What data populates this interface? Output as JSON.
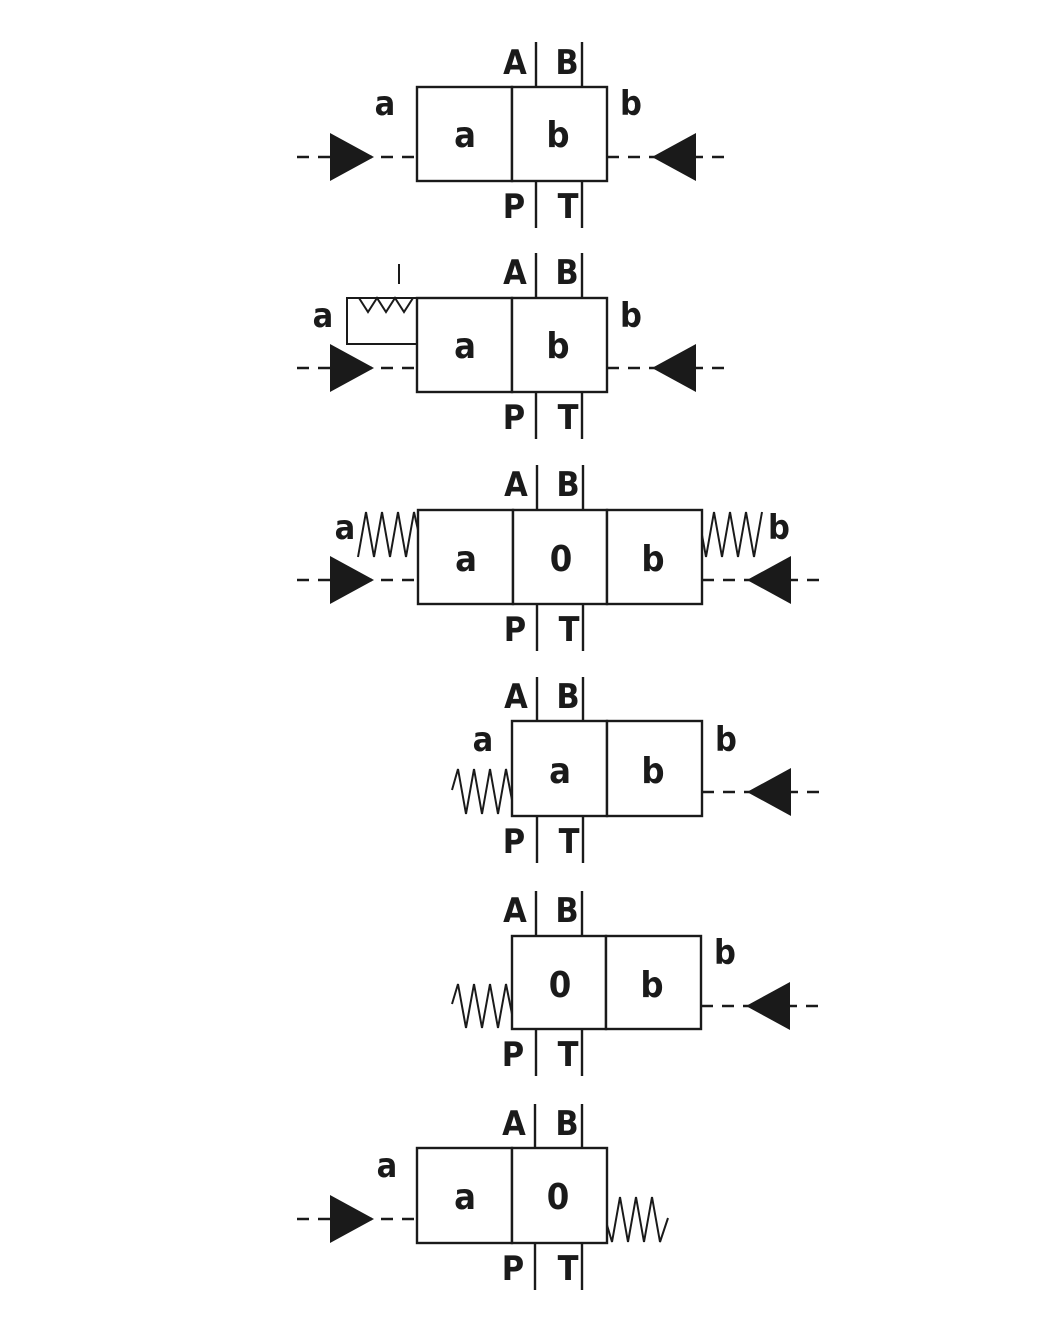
{
  "valves": [
    {
      "ports": {
        "a": "A",
        "b": "B",
        "p": "P",
        "t": "T"
      },
      "cells": [
        "a",
        "b"
      ],
      "left_label": "a",
      "right_label": "b",
      "left_actuator": "pilot-arrow",
      "right_actuator": "pilot-arrow"
    },
    {
      "ports": {
        "a": "A",
        "b": "B",
        "p": "P",
        "t": "T"
      },
      "cells": [
        "a",
        "b"
      ],
      "left_label": "a",
      "right_label": "b",
      "left_actuator": "pilot-arrow-with-detent",
      "right_actuator": "pilot-arrow"
    },
    {
      "ports": {
        "a": "A",
        "b": "B",
        "p": "P",
        "t": "T"
      },
      "cells": [
        "a",
        "0",
        "b"
      ],
      "left_label": "a",
      "right_label": "b",
      "left_actuator": "pilot-arrow-with-spring",
      "right_actuator": "pilot-arrow-with-spring"
    },
    {
      "ports": {
        "a": "A",
        "b": "B",
        "p": "P",
        "t": "T"
      },
      "cells": [
        "a",
        "b"
      ],
      "left_label": "a",
      "right_label": "b",
      "left_actuator": "spring",
      "right_actuator": "pilot-arrow"
    },
    {
      "ports": {
        "a": "A",
        "b": "B",
        "p": "P",
        "t": "T"
      },
      "cells": [
        "0",
        "b"
      ],
      "left_label": "",
      "right_label": "b",
      "left_actuator": "spring",
      "right_actuator": "pilot-arrow"
    },
    {
      "ports": {
        "a": "A",
        "b": "B",
        "p": "P",
        "t": "T"
      },
      "cells": [
        "a",
        "0"
      ],
      "left_label": "a",
      "right_label": "",
      "left_actuator": "pilot-arrow",
      "right_actuator": "spring"
    }
  ]
}
